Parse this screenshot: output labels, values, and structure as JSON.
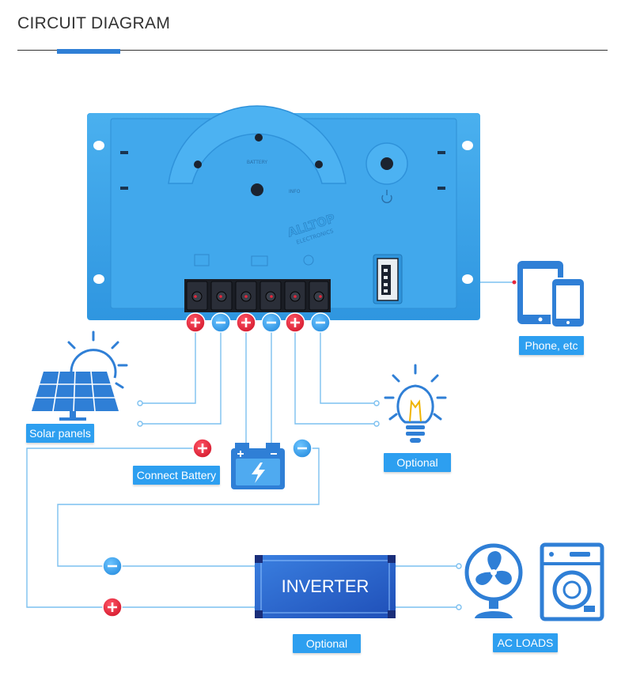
{
  "header": {
    "title": "CIRCUIT DIAGRAM"
  },
  "controller": {
    "brand": "ALLTOP",
    "brand_sub": "ELECTRONICS",
    "dial_text_top": "BATTERY",
    "dial_text_bottom": "INFO"
  },
  "labels": {
    "solar": "Solar panels",
    "battery": "Connect Battery",
    "load_optional": "Optional",
    "phone": "Phone, etc",
    "inverter": "INVERTER",
    "inverter_optional": "Optional",
    "ac_loads": "AC LOADS"
  },
  "colors": {
    "accent": "#2f7fd6",
    "label_bg": "#2d9ff0",
    "positive": "#e8263b",
    "negative": "#2d9ff0",
    "controller": "#3aa3e8"
  }
}
